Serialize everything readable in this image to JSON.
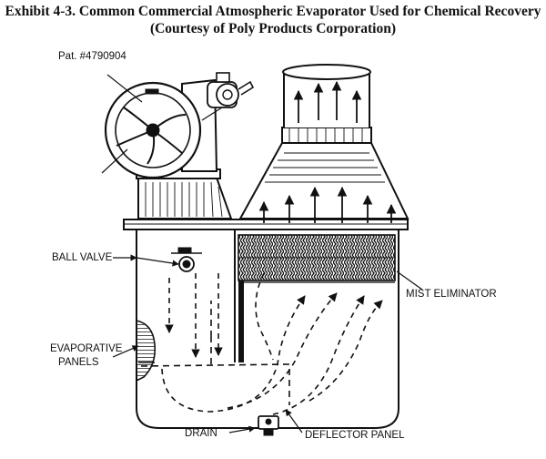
{
  "header": {
    "title_line1": "Exhibit 4-3. Common Commercial Atmospheric Evaporator Used for Chemical Recovery",
    "title_line2": "(Courtesy of Poly Products Corporation)"
  },
  "labels": {
    "patent": "Pat. #4790904",
    "ball_valve": "BALL VALVE",
    "evaporative_panels_line1": "EVAPORATIVE",
    "evaporative_panels_line2": "PANELS",
    "mist_eliminator": "MIST ELIMINATOR",
    "drain": "DRAIN",
    "deflector_panel": "DEFLECTOR PANEL"
  },
  "icons": [
    "fan-icon",
    "motor-icon",
    "arrow-icon",
    "ball-valve-icon"
  ]
}
